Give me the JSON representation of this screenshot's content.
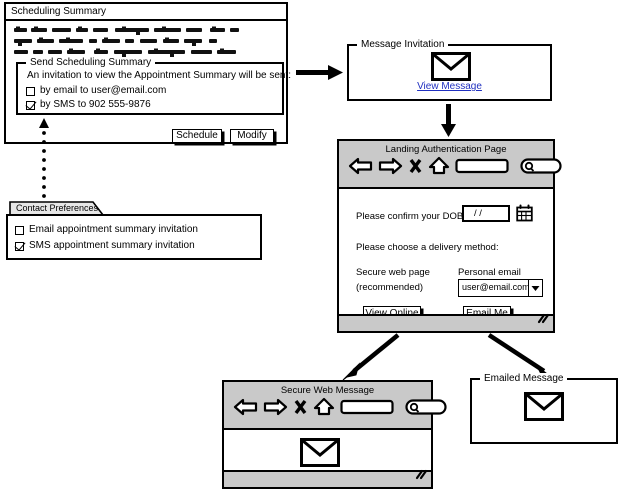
{
  "scheduling_summary": {
    "title": "Scheduling Summary",
    "body_placeholder_lines": 3,
    "group": {
      "legend": "Send Scheduling Summary",
      "intro": "An invitation to view the Appointment Summary will be sent:",
      "options": [
        {
          "label": "by email to user@email.com",
          "checked": false
        },
        {
          "label": "by SMS to 902 555-9876",
          "checked": true
        }
      ]
    },
    "buttons": {
      "schedule": "Schedule",
      "modify": "Modify"
    }
  },
  "contact_preferences": {
    "tab_label": "Contact Preferences",
    "options": [
      {
        "label": "Email appointment summary invitation",
        "checked": false
      },
      {
        "label": "SMS appointment summary invitation",
        "checked": true
      }
    ]
  },
  "message_invitation": {
    "legend": "Message Invitation",
    "envelope_icon": "envelope-icon",
    "link_label": "View Message",
    "link_color": "#2030c0"
  },
  "landing_page": {
    "title": "Landing Authentication Page",
    "nav_icons": [
      "back-arrow-icon",
      "forward-arrow-icon",
      "stop-icon",
      "home-icon",
      "address-bar",
      "search-bar"
    ],
    "dob_label": "Please confirm your DOB:",
    "dob_value": "/ /",
    "calendar_icon": "calendar-icon",
    "delivery_label": "Please choose a delivery method:",
    "secure_option": {
      "label_line1": "Secure web page",
      "label_line2": "(recommended)",
      "button": "View Online"
    },
    "email_option": {
      "label": "Personal email",
      "select_value": "user@email.com",
      "dropdown_icon": "chevron-down-icon",
      "button": "Email Me"
    },
    "status_grip_icon": "resize-grip-icon"
  },
  "secure_web_message": {
    "title": "Secure Web Message",
    "nav_icons": [
      "back-arrow-icon",
      "forward-arrow-icon",
      "stop-icon",
      "home-icon",
      "address-bar",
      "search-bar"
    ],
    "envelope_icon": "envelope-icon",
    "status_grip_icon": "resize-grip-icon"
  },
  "emailed_message": {
    "legend": "Emailed Message",
    "envelope_icon": "envelope-icon"
  },
  "connectors": {
    "summary_to_invitation": "arrow-right",
    "preferences_to_summary": "dotted-arrow-up",
    "invitation_to_landing": "arrow-down",
    "landing_to_secure_web": "arrow-diagonal-down-left",
    "landing_to_emailed": "arrow-diagonal-down-right"
  },
  "theme": {
    "chrome_gray": "#c9c9c9",
    "outline": "#000000",
    "page_background": "#ffffff"
  }
}
